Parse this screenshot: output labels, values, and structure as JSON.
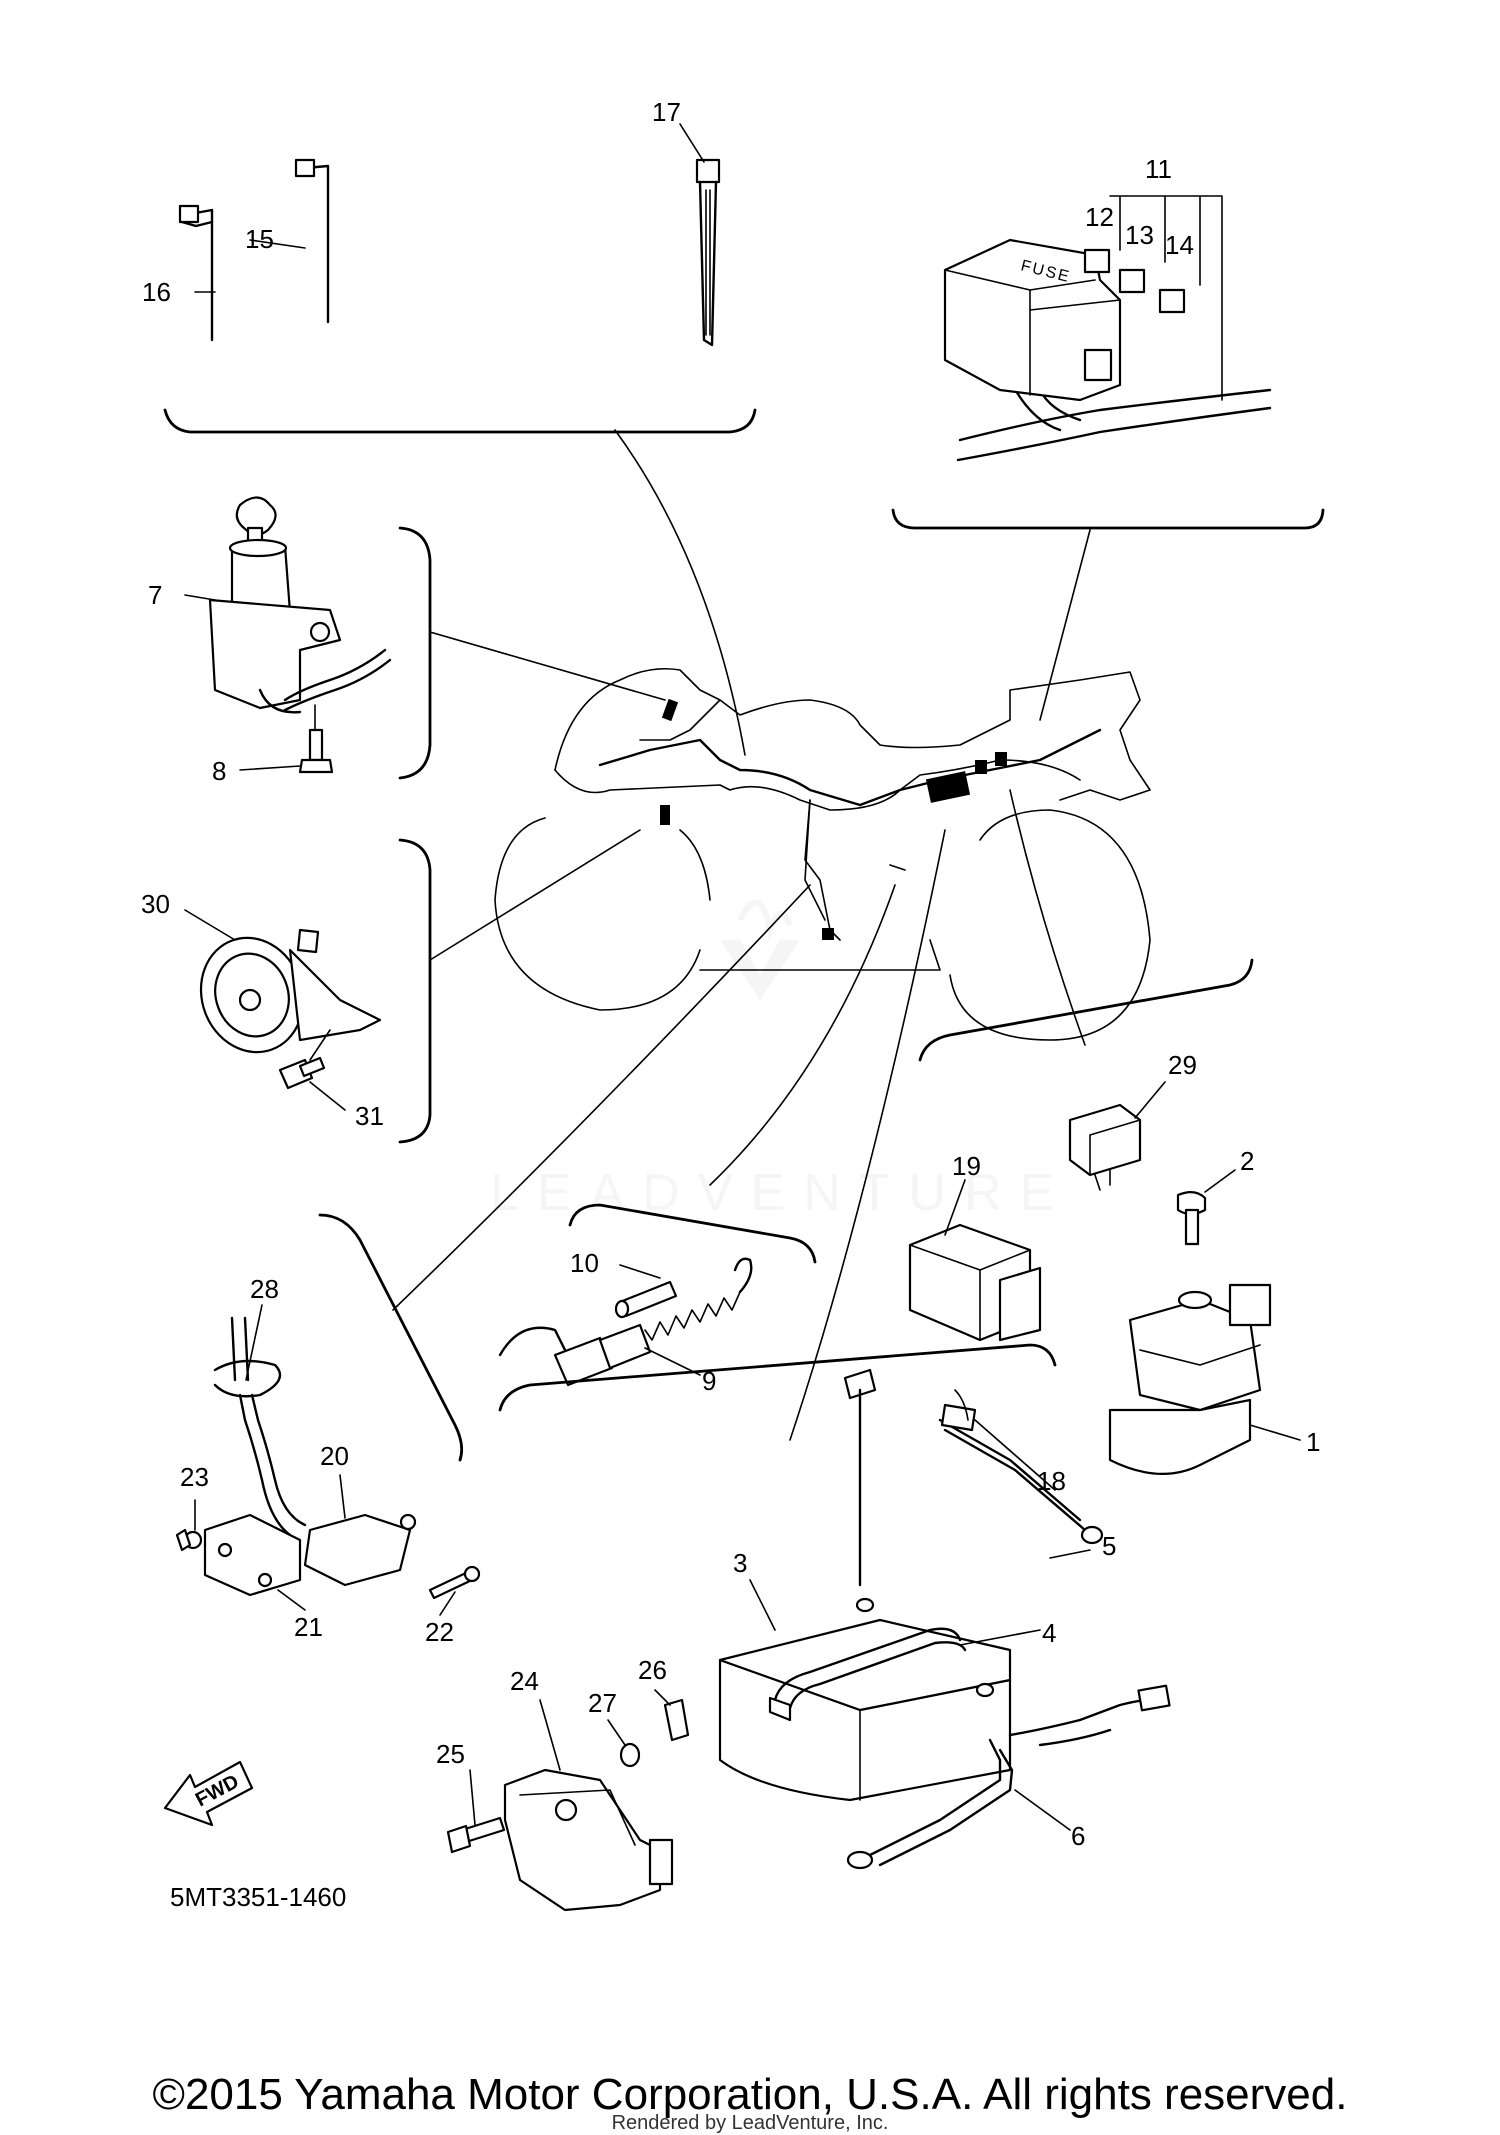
{
  "diagram": {
    "drawing_code": "5MT3351-1460",
    "fwd_label": "FWD",
    "fuse_label": "FUSE",
    "watermark": "LEADVENTURE",
    "part_numbers": {
      "p1": "1",
      "p2": "2",
      "p3": "3",
      "p4": "4",
      "p5": "5",
      "p6": "6",
      "p7": "7",
      "p8": "8",
      "p9": "9",
      "p10": "10",
      "p11": "11",
      "p12": "12",
      "p13": "13",
      "p14": "14",
      "p15": "15",
      "p16": "16",
      "p17": "17",
      "p18": "18",
      "p19": "19",
      "p20": "20",
      "p21": "21",
      "p22": "22",
      "p23": "23",
      "p24": "24",
      "p25": "25",
      "p26": "26",
      "p27": "27",
      "p28": "28",
      "p29": "29",
      "p30": "30",
      "p31": "31"
    }
  },
  "footer": {
    "copyright": "©2015 Yamaha Motor Corporation, U.S.A. All rights reserved.",
    "render_credit": "Rendered by LeadVenture, Inc."
  }
}
